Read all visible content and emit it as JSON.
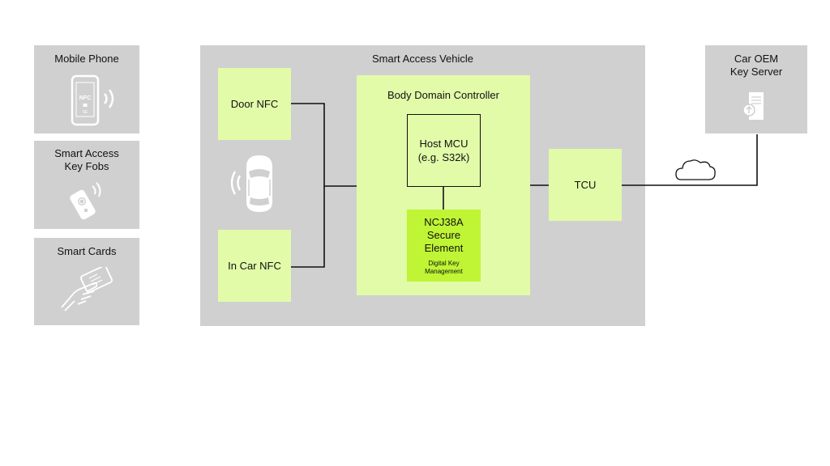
{
  "left_panels": {
    "mobile_phone": {
      "title": "Mobile Phone",
      "icon": "nfc-phone-icon",
      "icon_text_nfc": "NFC",
      "icon_text_se": "SE"
    },
    "key_fobs": {
      "title_line1": "Smart Access",
      "title_line2": "Key Fobs",
      "icon": "key-fob-icon"
    },
    "smart_cards": {
      "title": "Smart Cards",
      "icon": "hand-card-icon"
    }
  },
  "vehicle": {
    "title": "Smart Access Vehicle",
    "door_nfc": "Door NFC",
    "in_car_nfc": "In Car NFC",
    "car_icon": "car-nfc-icon",
    "bdc": {
      "title": "Body Domain Controller",
      "host_mcu_line1": "Host MCU",
      "host_mcu_line2": "(e.g. S32k)",
      "se_line1": "NCJ38A",
      "se_line2": "Secure",
      "se_line3": "Element",
      "se_sub1": "Digital Key",
      "se_sub2": "Management"
    },
    "tcu": "TCU"
  },
  "server": {
    "title_line1": "Car OEM",
    "title_line2": "Key Server",
    "icon": "key-server-icon"
  },
  "cloud_icon": "cloud-icon",
  "colors": {
    "panel_grey": "#d0d0d0",
    "light_green": "#e2fba9",
    "bright_green": "#bff534",
    "icon_white": "#ffffff"
  }
}
